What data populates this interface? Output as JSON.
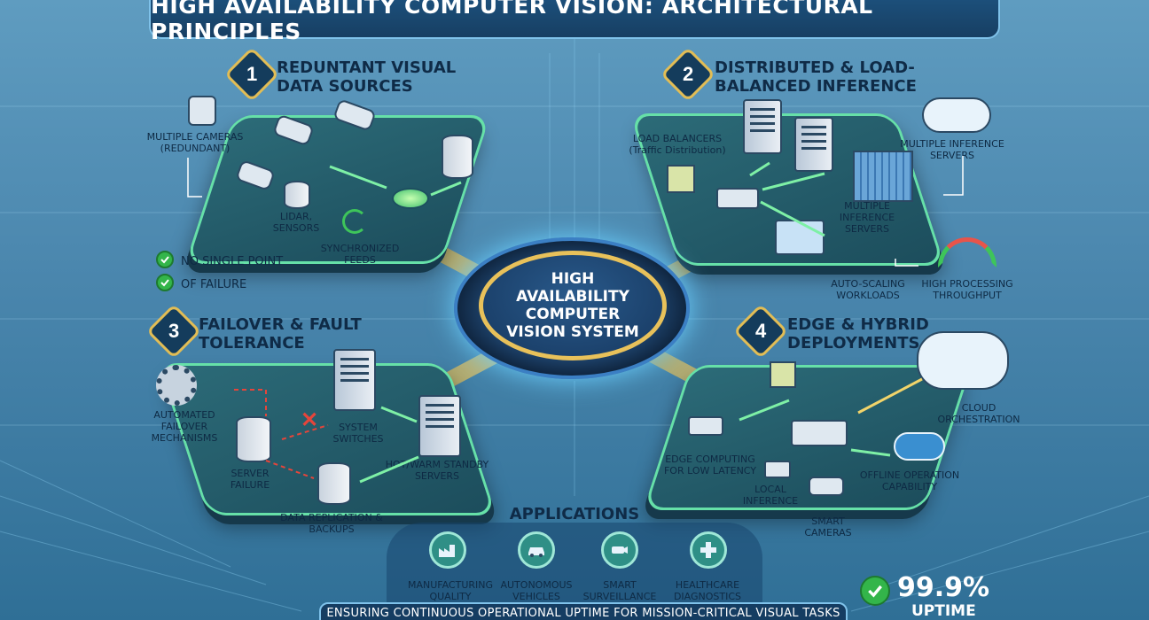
{
  "title": "HIGH AVAILABILITY COMPUTER VISION: ARCHITECTURAL PRINCIPLES",
  "hub": "HIGH AVAILABILITY COMPUTER VISION SYSTEM",
  "sections": [
    {
      "number": "1",
      "title": "REDUNTANT VISUAL DATA SOURCES",
      "labels": {
        "cameras": "MULTIPLE CAMERAS (REDUNDANT)",
        "lidar": "LIDAR, SENSORS",
        "feeds": "SYNCHRONIZED FEEDS"
      },
      "checks": [
        "NO SINGLE POINT",
        "OF FAILURE"
      ]
    },
    {
      "number": "2",
      "title": "DISTRIBUTED & LOAD-BALANCED INFERENCE",
      "labels": {
        "lb": "LOAD BALANCERS",
        "lb_sub": "(Traffic Distribution)",
        "servers_right": "MULTIPLE INFERENCE SERVERS",
        "servers_center": "MULTIPLE INFERENCE SERVERS",
        "autoscale": "AUTO-SCALING WORKLOADS",
        "throughput": "HIGH PROCESSING THROUGHPUT"
      }
    },
    {
      "number": "3",
      "title": "FAILOVER & FAULT TOLERANCE",
      "labels": {
        "failover": "AUTOMATED FAILOVER MECHANISMS",
        "switches": "SYSTEM SWITCHES",
        "server_failure": "SERVER FAILURE",
        "standby": "HOT/WARM STANDBY SERVERS",
        "replication": "DATA REPLICATION & BACKUPS"
      }
    },
    {
      "number": "4",
      "title": "EDGE & HYBRID DEPLOYMENTS",
      "labels": {
        "cloud": "CLOUD ORCHESTRATION",
        "edge": "EDGE COMPUTING FOR LOW LATENCY",
        "local": "LOCAL INFERENCE",
        "offline": "OFFLINE OPERATION CAPABILITY",
        "smart_cams": "SMART CAMERAS"
      }
    }
  ],
  "applications": {
    "heading": "APPLICATIONS",
    "items": [
      {
        "label": "MANUFACTURING QUALITY CONTROL",
        "icon": "factory-icon"
      },
      {
        "label": "AUTONOMOUS VEHICLES",
        "icon": "car-icon"
      },
      {
        "label": "SMART SURVEILLANCE",
        "icon": "camera-icon"
      },
      {
        "label": "HEALTHCARE DIAGNOSTICS",
        "icon": "medical-cross-icon"
      }
    ]
  },
  "uptime": {
    "value": "99.9%",
    "label": "UPTIME"
  },
  "footer": "ENSURING CONTINUOUS OPERATIONAL UPTIME FOR MISSION-CRITICAL VISUAL TASKS",
  "colors": {
    "accent_gold": "#e8c15a",
    "platform_edge": "#66e0a8",
    "title_bg": "#1c4f7a",
    "check_green": "#33b54a"
  }
}
